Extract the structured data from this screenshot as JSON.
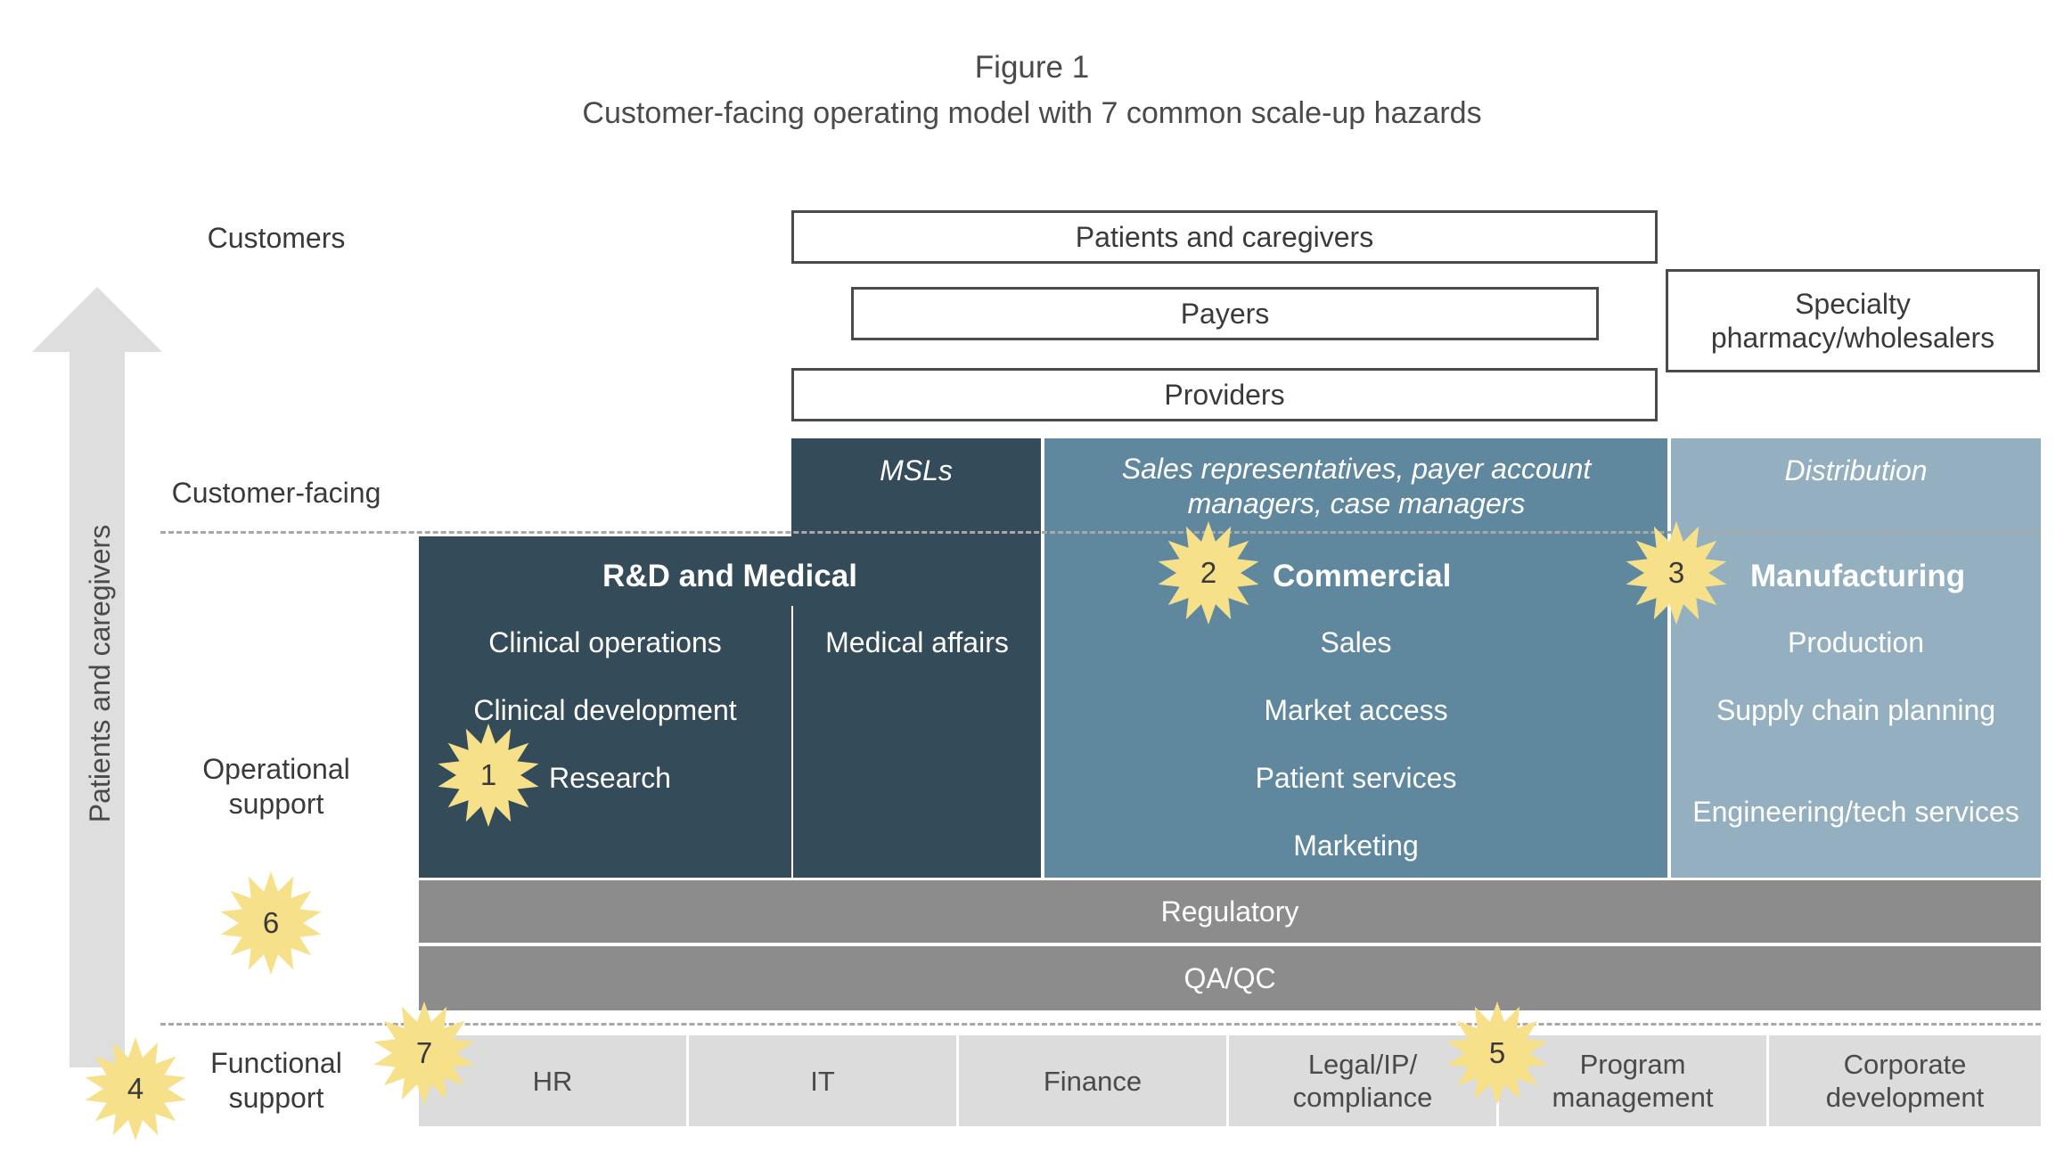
{
  "figure": {
    "label": "Figure 1",
    "title": "Customer-facing operating model with 7 common scale-up hazards"
  },
  "arrow_label": "Patients and caregivers",
  "row_labels": {
    "customers": "Customers",
    "customer_facing": "Customer-facing",
    "operational_support": "Operational support",
    "functional_support": "Functional support"
  },
  "customers": {
    "patients": "Patients and caregivers",
    "payers": "Payers",
    "providers": "Providers",
    "specialty": "Specialty pharmacy/wholesalers"
  },
  "customer_facing": {
    "msls": "MSLs",
    "sales_reps": "Sales representatives, payer account managers, case managers",
    "distribution": "Distribution"
  },
  "rd": {
    "title": "R&D and Medical",
    "items": [
      "Clinical operations",
      "Clinical development",
      "Research"
    ],
    "medical_affairs": "Medical affairs"
  },
  "commercial": {
    "title": "Commercial",
    "items": [
      "Sales",
      "Market access",
      "Patient services",
      "Marketing"
    ]
  },
  "manufacturing": {
    "title": "Manufacturing",
    "items": [
      "Production",
      "Supply chain planning",
      "Engineering/tech services"
    ]
  },
  "cross": {
    "regulatory": "Regulatory",
    "qaqc": "QA/QC"
  },
  "functional": [
    "HR",
    "IT",
    "Finance",
    "Legal/IP/ compliance",
    "Program management",
    "Corporate development"
  ],
  "hazards": [
    "1",
    "2",
    "3",
    "4",
    "5",
    "6",
    "7"
  ],
  "colors": {
    "dark": "#344b59",
    "mid": "#5f889f",
    "light": "#93afc0",
    "gray": "#8c8c8c",
    "lightgray": "#dcdcdc",
    "burst": "#f7e08a"
  }
}
